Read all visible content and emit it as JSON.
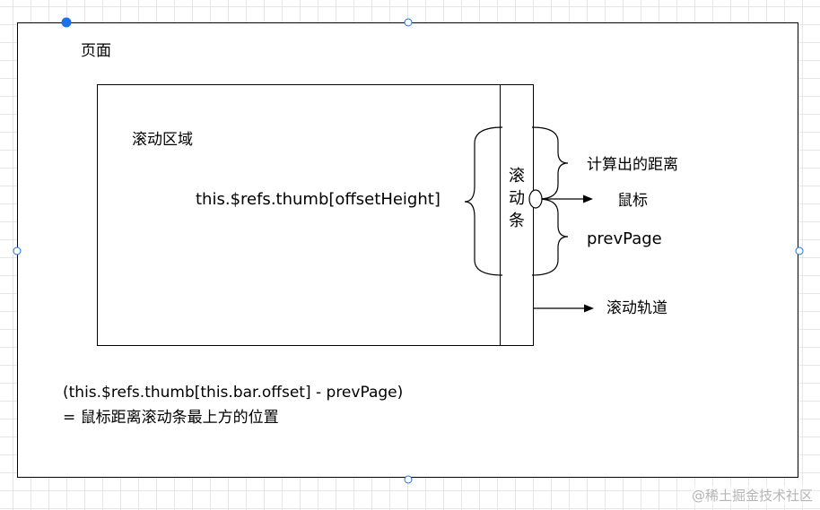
{
  "diagram": {
    "page_label": "页面",
    "scroll_area_label": "滚动区域",
    "thumb_height_label": "this.$refs.thumb[offsetHeight]",
    "scrollbar_chars": [
      "滚",
      "动",
      "条"
    ],
    "computed_distance_label": "计算出的距离",
    "mouse_label": "鼠标",
    "prev_page_label": "prevPage",
    "track_label": "滚动轨道",
    "formula_line1": "(this.$refs.thumb[this.bar.offset] - prevPage)",
    "formula_line2": "= 鼠标距离滚动条最上方的位置"
  },
  "watermark": "@稀土掘金技术社区",
  "colors": {
    "selection_handle": "#1a73e8",
    "grid": "#e6e6e6",
    "stroke": "#000000"
  }
}
